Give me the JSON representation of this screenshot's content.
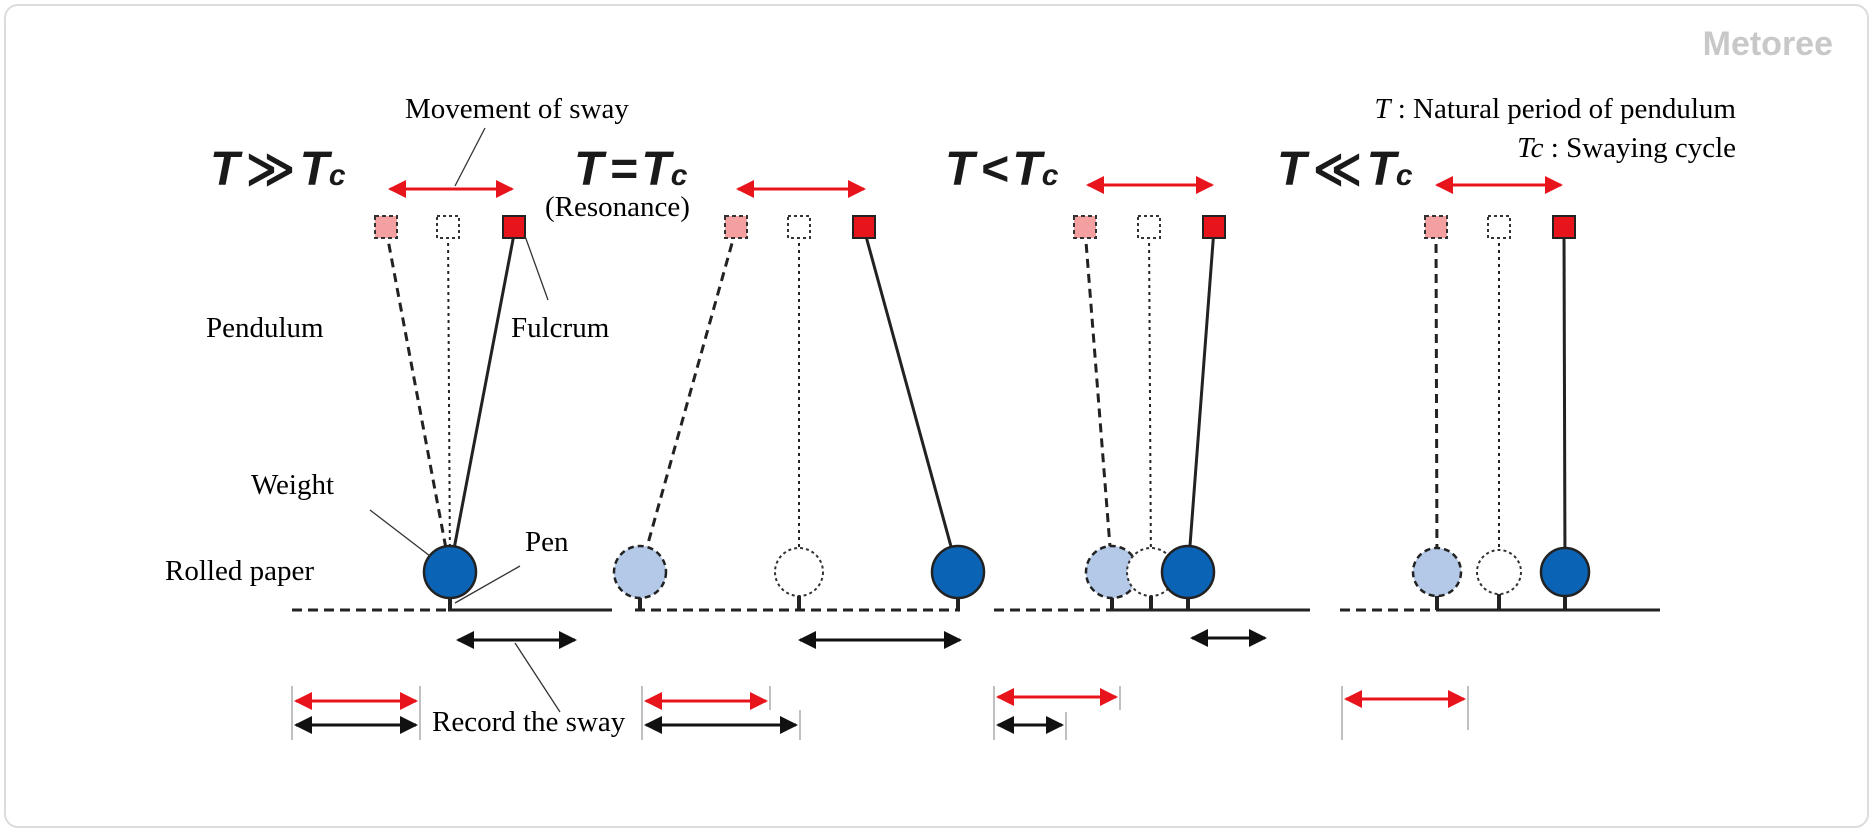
{
  "watermark": "Metoree",
  "legend": {
    "line1": {
      "sym": "T",
      "text": " : Natural period of pendulum"
    },
    "line2": {
      "sym": "Tc",
      "text": " : Swaying cycle"
    }
  },
  "panels": [
    {
      "id": "p1",
      "head_a": "T",
      "head_op": "≫",
      "head_b": "T",
      "head_sub": "c"
    },
    {
      "id": "p2",
      "head_a": "T",
      "head_op": "=",
      "head_b": "T",
      "head_sub": "c",
      "note": "(Resonance)"
    },
    {
      "id": "p3",
      "head_a": "T",
      "head_op": "<",
      "head_b": "T",
      "head_sub": "c"
    },
    {
      "id": "p4",
      "head_a": "T",
      "head_op": "≪",
      "head_b": "T",
      "head_sub": "c"
    }
  ],
  "labels": {
    "movement": "Movement of sway",
    "pendulum": "Pendulum",
    "fulcrum": "Fulcrum",
    "weight": "Weight",
    "pen": "Pen",
    "rolled_paper": "Rolled paper",
    "record": "Record the sway"
  },
  "colors": {
    "fulcrum": "#e8141c",
    "fulcrum_faded": "#f4a0a0",
    "weight": "#0b63b6",
    "weight_faded": "#b4c8e8",
    "sway_arrow": "#e8141c",
    "record_arrow": "#111111"
  }
}
